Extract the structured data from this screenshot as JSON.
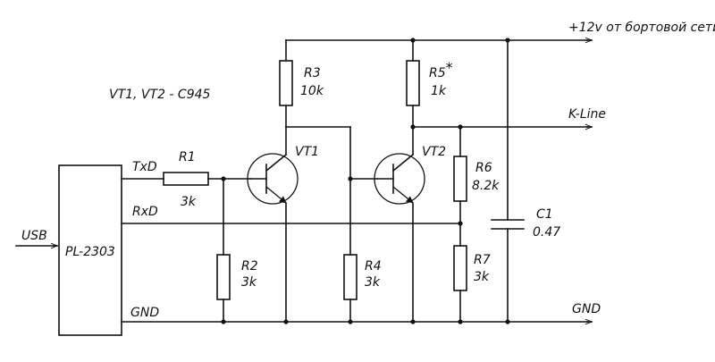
{
  "diagram": {
    "note": "VT1, VT2 - C945",
    "nets": {
      "power": "+12v от бортовой сети",
      "kline": "K-Line",
      "gnd_right": "GND",
      "gnd_left": "GND",
      "txd": "TxD",
      "rxd": "RxD",
      "usb": "USB"
    },
    "ic": {
      "name": "PL-2303"
    },
    "components": {
      "r1": {
        "ref": "R1",
        "value": "3k"
      },
      "r2": {
        "ref": "R2",
        "value": "3k"
      },
      "r3": {
        "ref": "R3",
        "value": "10k"
      },
      "r4": {
        "ref": "R4",
        "value": "3k"
      },
      "r5": {
        "ref": "R5",
        "mark": "*",
        "value": "1k"
      },
      "r6": {
        "ref": "R6",
        "value": "8.2k"
      },
      "r7": {
        "ref": "R7",
        "value": "3k"
      },
      "c1": {
        "ref": "C1",
        "value": "0.47"
      },
      "vt1": {
        "ref": "VT1"
      },
      "vt2": {
        "ref": "VT2"
      }
    }
  }
}
